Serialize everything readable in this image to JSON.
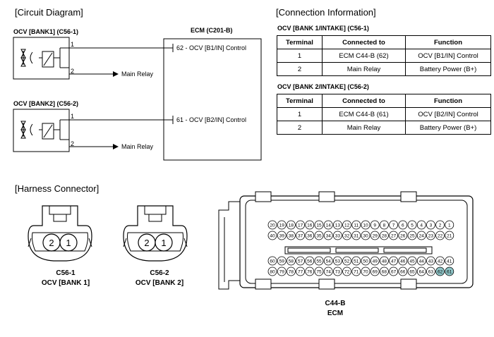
{
  "sections": {
    "circuit": "[Circuit Diagram]",
    "connection": "[Connection Information]",
    "harness": "[Harness Connector]"
  },
  "circuit": {
    "ecm_title": "ECM (C201-B)",
    "ocv1": {
      "label": "OCV [BANK1] (C56-1)",
      "pin1": "1",
      "pin2": "2",
      "relay": "Main Relay",
      "ecm_pin": "62 - OCV [B1/IN] Control"
    },
    "ocv2": {
      "label": "OCV [BANK2] (C56-2)",
      "pin1": "1",
      "pin2": "2",
      "relay": "Main Relay",
      "ecm_pin": "61 - OCV [B2/IN] Control"
    }
  },
  "tables": {
    "headers": [
      "Terminal",
      "Connected to",
      "Function"
    ],
    "t1": {
      "title": "OCV [BANK 1/INTAKE] (C56-1)",
      "rows": [
        [
          "1",
          "ECM C44-B (62)",
          "OCV [B1/IN] Control"
        ],
        [
          "2",
          "Main Relay",
          "Battery Power (B+)"
        ]
      ]
    },
    "t2": {
      "title": "OCV [BANK 2/INTAKE] (C56-2)",
      "rows": [
        [
          "1",
          "ECM C44-B (61)",
          "OCV [B2/IN] Control"
        ],
        [
          "2",
          "Main Relay",
          "Battery Power (B+)"
        ]
      ]
    }
  },
  "harness": {
    "c1": {
      "pin_left": "2",
      "pin_right": "1",
      "name": "C56-1",
      "desc": "OCV [BANK 1]"
    },
    "c2": {
      "pin_left": "2",
      "pin_right": "1",
      "name": "C56-2",
      "desc": "OCV [BANK 2]"
    },
    "ecm": {
      "name": "C44-B",
      "desc": "ECM",
      "row1": [
        "20",
        "19",
        "18",
        "17",
        "16",
        "15",
        "14",
        "13",
        "12",
        "11",
        "10",
        "9",
        "8",
        "7",
        "6",
        "5",
        "4",
        "3",
        "2",
        "1"
      ],
      "row2": [
        "40",
        "39",
        "38",
        "37",
        "36",
        "35",
        "34",
        "33",
        "32",
        "31",
        "30",
        "29",
        "28",
        "27",
        "26",
        "25",
        "24",
        "23",
        "22",
        "21"
      ],
      "row3": [
        "60",
        "59",
        "58",
        "57",
        "56",
        "55",
        "54",
        "53",
        "52",
        "51",
        "50",
        "49",
        "48",
        "47",
        "46",
        "45",
        "44",
        "43",
        "42",
        "41"
      ],
      "row4": [
        "80",
        "79",
        "78",
        "77",
        "76",
        "75",
        "74",
        "73",
        "72",
        "71",
        "70",
        "69",
        "68",
        "67",
        "66",
        "65",
        "64",
        "63",
        "62",
        "61"
      ],
      "highlighted": [
        "62",
        "61"
      ],
      "highlight_color": "#8fc6c8"
    }
  }
}
